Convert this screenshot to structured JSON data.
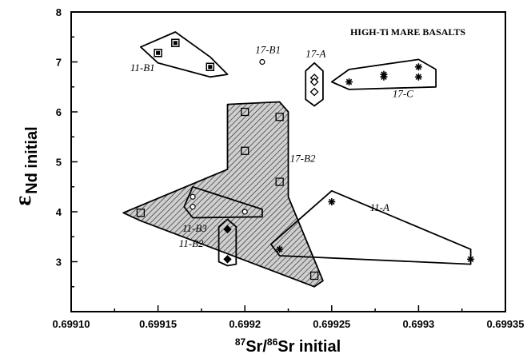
{
  "chart_data": {
    "type": "scatter",
    "title": "HIGH-Ti MARE BASALTS",
    "xlabel": {
      "sup1": "87",
      "mid": "Sr/",
      "sup2": "86",
      "tail": "Sr initial"
    },
    "ylabel": {
      "base": "ε",
      "sub": "Nd initial"
    },
    "xlim": [
      0.6991,
      0.69935
    ],
    "ylim": [
      2,
      8
    ],
    "xticks": [
      "0.69910",
      "0.69915",
      "0.6992",
      "0.69925",
      "0.6993",
      "0.69935"
    ],
    "xtick_values": [
      0.6991,
      0.69915,
      0.6992,
      0.69925,
      0.6993,
      0.69935
    ],
    "yticks": [
      "3",
      "4",
      "5",
      "6",
      "7",
      "8"
    ],
    "ytick_values": [
      3,
      4,
      5,
      6,
      7,
      8
    ],
    "grid": false,
    "legend": "none",
    "series": [
      {
        "name": "11-B1",
        "marker": "filled-square",
        "fill": "outline",
        "points": [
          [
            0.69915,
            7.18
          ],
          [
            0.69916,
            7.38
          ],
          [
            0.69918,
            6.9
          ]
        ],
        "region": [
          [
            0.69914,
            7.3
          ],
          [
            0.69916,
            7.6
          ],
          [
            0.69918,
            7.1
          ],
          [
            0.69919,
            6.75
          ],
          [
            0.69918,
            6.7
          ],
          [
            0.69915,
            6.98
          ]
        ]
      },
      {
        "name": "17-B1",
        "marker": "open-circle",
        "fill": "none",
        "points": [
          [
            0.69921,
            7.0
          ]
        ],
        "region": []
      },
      {
        "name": "17-A",
        "marker": "open-diamond",
        "fill": "outline",
        "points": [
          [
            0.69924,
            6.68
          ],
          [
            0.69924,
            6.6
          ],
          [
            0.69924,
            6.4
          ]
        ],
        "region": [
          [
            0.69924,
            6.98
          ],
          [
            0.699245,
            6.82
          ],
          [
            0.699245,
            6.25
          ],
          [
            0.69924,
            6.12
          ],
          [
            0.699235,
            6.25
          ],
          [
            0.699235,
            6.82
          ]
        ]
      },
      {
        "name": "17-C",
        "marker": "asterisk",
        "fill": "outline",
        "points": [
          [
            0.69926,
            6.6
          ],
          [
            0.69928,
            6.75
          ],
          [
            0.69928,
            6.7
          ],
          [
            0.6993,
            6.9
          ],
          [
            0.6993,
            6.7
          ]
        ],
        "region": [
          [
            0.69926,
            6.85
          ],
          [
            0.6993,
            7.05
          ],
          [
            0.69931,
            6.85
          ],
          [
            0.69931,
            6.5
          ],
          [
            0.69926,
            6.45
          ],
          [
            0.69925,
            6.6
          ]
        ]
      },
      {
        "name": "17-B2",
        "marker": "open-square",
        "fill": "hatched",
        "points": [
          [
            0.6992,
            6.0
          ],
          [
            0.6992,
            5.22
          ],
          [
            0.69922,
            5.9
          ],
          [
            0.69922,
            4.6
          ],
          [
            0.69914,
            3.98
          ],
          [
            0.69924,
            2.72
          ]
        ],
        "region": [
          [
            0.69919,
            6.15
          ],
          [
            0.69922,
            6.2
          ],
          [
            0.699225,
            6.0
          ],
          [
            0.699225,
            4.3
          ],
          [
            0.699245,
            2.62
          ],
          [
            0.69924,
            2.5
          ],
          [
            0.69914,
            3.82
          ],
          [
            0.69913,
            3.98
          ],
          [
            0.69919,
            4.85
          ]
        ]
      },
      {
        "name": "11-B3",
        "marker": "open-circle",
        "fill": "outline",
        "points": [
          [
            0.69917,
            4.3
          ],
          [
            0.69917,
            4.1
          ],
          [
            0.6992,
            4.0
          ]
        ],
        "region": [
          [
            0.69917,
            4.5
          ],
          [
            0.69921,
            4.05
          ],
          [
            0.69921,
            3.9
          ],
          [
            0.69917,
            3.88
          ],
          [
            0.699165,
            4.1
          ]
        ]
      },
      {
        "name": "11-B2",
        "marker": "filled-diamond",
        "fill": "outline",
        "points": [
          [
            0.69919,
            3.65
          ],
          [
            0.69919,
            3.05
          ]
        ],
        "region": [
          [
            0.69919,
            3.85
          ],
          [
            0.699195,
            3.7
          ],
          [
            0.699195,
            2.95
          ],
          [
            0.69919,
            2.92
          ],
          [
            0.699185,
            3.0
          ],
          [
            0.699185,
            3.7
          ]
        ]
      },
      {
        "name": "11-A",
        "marker": "asterisk",
        "fill": "outline",
        "points": [
          [
            0.69925,
            4.2
          ],
          [
            0.69922,
            3.25
          ],
          [
            0.69933,
            3.05
          ]
        ],
        "region": [
          [
            0.69925,
            4.42
          ],
          [
            0.69933,
            3.25
          ],
          [
            0.69933,
            2.95
          ],
          [
            0.69922,
            3.12
          ],
          [
            0.699215,
            3.35
          ]
        ]
      }
    ]
  }
}
